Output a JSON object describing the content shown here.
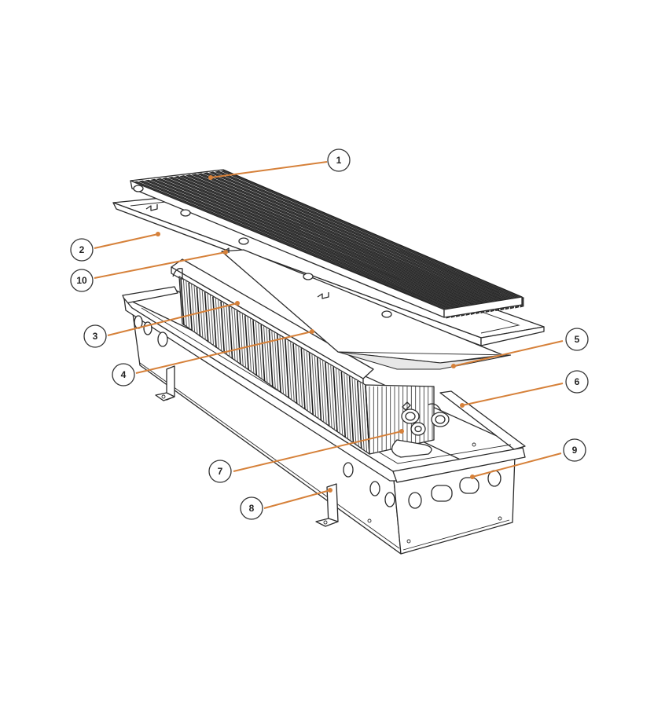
{
  "diagram": {
    "callouts": [
      {
        "id": "1",
        "label": "1"
      },
      {
        "id": "2",
        "label": "2"
      },
      {
        "id": "3",
        "label": "3"
      },
      {
        "id": "4",
        "label": "4"
      },
      {
        "id": "5",
        "label": "5"
      },
      {
        "id": "6",
        "label": "6"
      },
      {
        "id": "7",
        "label": "7"
      },
      {
        "id": "8",
        "label": "8"
      },
      {
        "id": "9",
        "label": "9"
      },
      {
        "id": "10",
        "label": "10"
      }
    ],
    "colors": {
      "leader": "#d6813a",
      "outline": "#2b2b2b",
      "background": "#ffffff"
    }
  }
}
